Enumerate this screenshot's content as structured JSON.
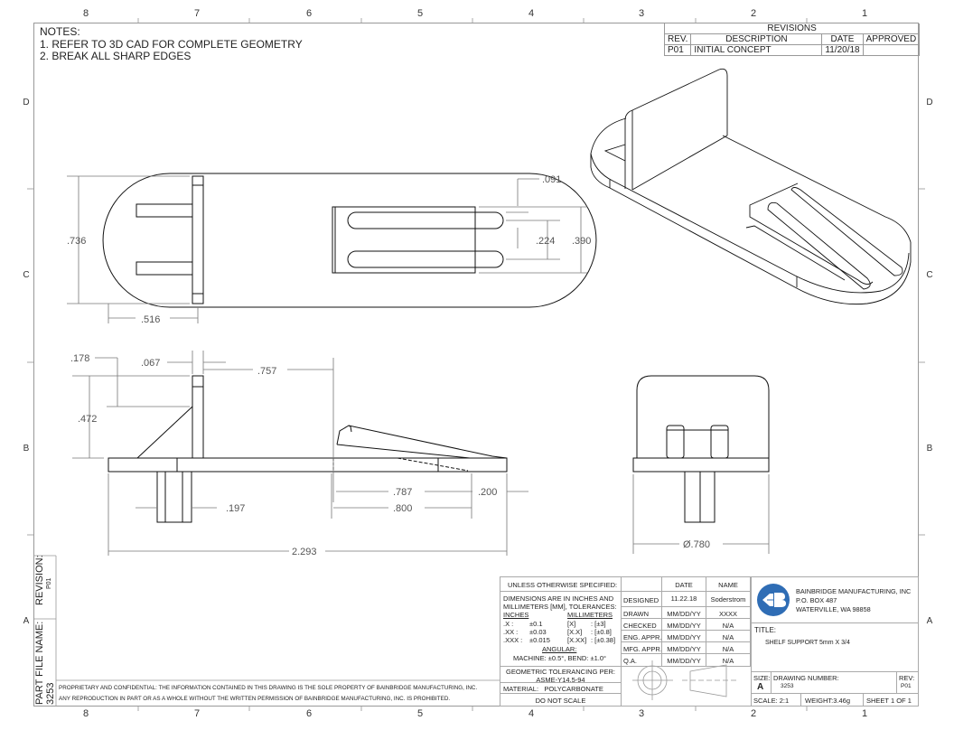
{
  "sheet": {
    "zone_columns": [
      "8",
      "7",
      "6",
      "5",
      "4",
      "3",
      "2",
      "1"
    ],
    "zone_rows": [
      "D",
      "C",
      "B",
      "A"
    ]
  },
  "notes": {
    "heading": "NOTES:",
    "items": [
      "1.  REFER TO 3D CAD FOR COMPLETE GEOMETRY",
      "2.  BREAK ALL SHARP EDGES"
    ]
  },
  "revisions": {
    "title": "REVISIONS",
    "headers": [
      "REV.",
      "DESCRIPTION",
      "DATE",
      "APPROVED"
    ],
    "rows": [
      {
        "rev": "P01",
        "description": "INITIAL CONCEPT",
        "date": "11/20/18",
        "approved": ""
      }
    ]
  },
  "dimensions": {
    "top_view": {
      "width": ".736",
      "radius_offset": ".516",
      "slot_offset": ".091",
      "slot_spacing": ".224",
      "slot_block": ".390"
    },
    "side_view": {
      "leg_top": ".178",
      "wall_thickness": ".067",
      "wall_height": ".472",
      "wall_to_ramp": ".757",
      "peg_width": ".197",
      "ramp_length": ".787",
      "ramp_base": ".800",
      "ramp_end": ".200",
      "overall_length": "2.293"
    },
    "front_view": {
      "diameter": "Ø.780"
    }
  },
  "tolerances": {
    "heading": "UNLESS OTHERWISE SPECIFIED:",
    "line1": "DIMENSIONS ARE IN INCHES AND",
    "line2": "MILLIMETERS [MM], TOLERANCES:",
    "inches_label": "INCHES",
    "mm_label": "MILLIMETERS",
    "rows": [
      {
        "in_fmt": ".X :",
        "in_tol": "±0.1",
        "mm_fmt": "[X]",
        "mm_tol": ": [±3]"
      },
      {
        "in_fmt": ".XX :",
        "in_tol": "±0.03",
        "mm_fmt": "[X.X]",
        "mm_tol": ": [±0.8]"
      },
      {
        "in_fmt": ".XXX :",
        "in_tol": "±0.015",
        "mm_fmt": "[X.XX]",
        "mm_tol": ": [±0.38]"
      }
    ],
    "angular_label": "ANGULAR:",
    "angular_value": "MACHINE: ±0.5°, BEND: ±1.0°",
    "gdt_line1": "GEOMETRIC TOLERANCING PER:",
    "gdt_line2": "ASME-Y14.5-94",
    "material_label": "MATERIAL:",
    "material_value": "POLYCARBONATE",
    "do_not_scale": "DO NOT SCALE"
  },
  "approvals": {
    "headers": [
      "",
      "DATE",
      "NAME"
    ],
    "rows": [
      {
        "role": "DESIGNED",
        "date": "11.22.18",
        "name": "Soderstrom"
      },
      {
        "role": "DRAWN",
        "date": "MM/DD/YY",
        "name": "XXXX"
      },
      {
        "role": "CHECKED",
        "date": "MM/DD/YY",
        "name": "N/A"
      },
      {
        "role": "ENG. APPR.",
        "date": "MM/DD/YY",
        "name": "N/A"
      },
      {
        "role": "MFG. APPR.",
        "date": "MM/DD/YY",
        "name": "N/A"
      },
      {
        "role": "Q.A.",
        "date": "MM/DD/YY",
        "name": "N/A"
      }
    ]
  },
  "company": {
    "name": "BAINBRIDGE MANUFACTURING, INC",
    "address1": "P.O. BOX 487",
    "address2": "WATERVILLE, WA 98858",
    "logo_color": "#2f6db5"
  },
  "title_block": {
    "title_label": "TITLE:",
    "title_value": "SHELF SUPPORT 5mm X 3/4",
    "size_label": "SIZE:",
    "size_value": "A",
    "drawing_number_label": "DRAWING NUMBER:",
    "drawing_number_value": "3253",
    "rev_label": "REV:",
    "rev_value": "P01",
    "scale": "SCALE: 2:1",
    "weight": "WEIGHT:3.46g",
    "sheet": "SHEET 1 OF 1"
  },
  "side_strip": {
    "revision_label": "REVISION:",
    "revision_value": "P01",
    "part_file_label": "PART FILE NAME:",
    "part_file_value": "3253"
  },
  "proprietary": {
    "line1": "PROPRIETARY AND CONFIDENTIAL: THE INFORMATION CONTAINED IN THIS DRAWING IS THE SOLE PROPERTY OF BAINBRIDGE MANUFACTURING, INC.",
    "line2": "ANY REPRODUCTION IN PART OR AS A WHOLE WITHOUT THE WRITTEN PERMISSION OF BAINBRIDGE MANUFACTURING, INC. IS PROHIBITED."
  }
}
